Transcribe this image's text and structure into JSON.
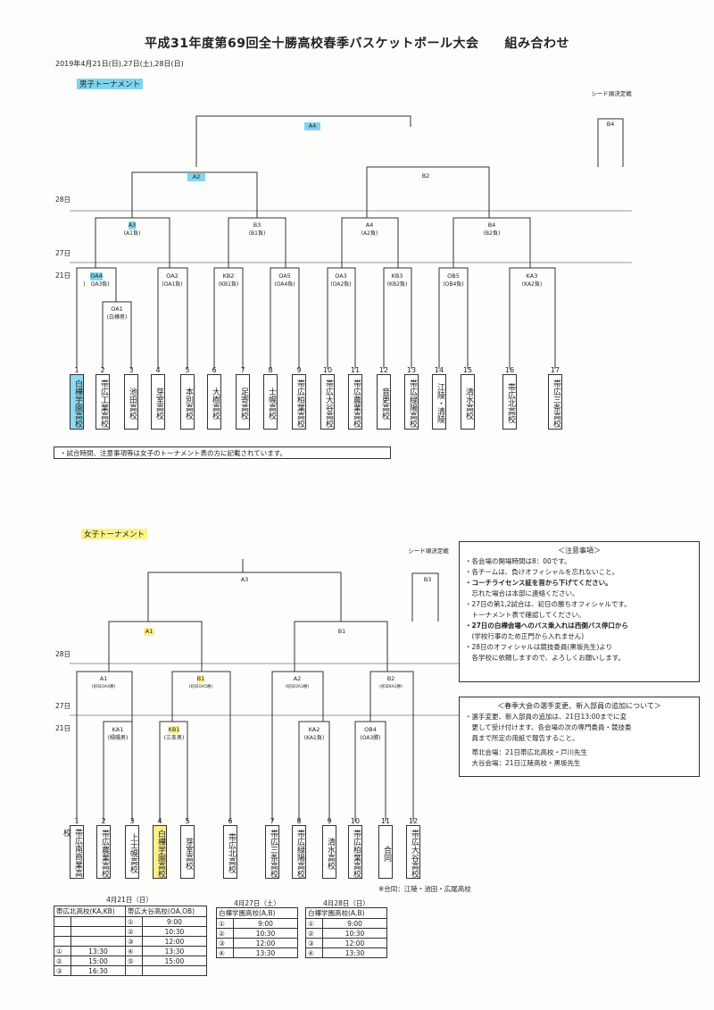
{
  "header": {
    "title": "平成31年度第69回全十勝高校春季バスケットボール大会　　組み合わせ",
    "dates": "2019年4月21日(日),27日(土),28日(日)"
  },
  "boys": {
    "label": "男子トーナメント",
    "seed_label": "シード順決定戦",
    "seed_node": "B4",
    "days": [
      "28日",
      "27日",
      "21日"
    ],
    "nodes": {
      "A4": {
        "name": "A4"
      },
      "A2": {
        "name": "A2"
      },
      "B2": {
        "name": "B2"
      },
      "A3": {
        "name": "A3",
        "sub": "(A1負)"
      },
      "B3": {
        "name": "B3",
        "sub": "(B1負)"
      },
      "A4b": {
        "name": "A4",
        "sub": "(A2負)"
      },
      "B4b": {
        "name": "B4",
        "sub": "(B2負)"
      },
      "OA4": {
        "name": "OA4",
        "sub": "(　OA3負)"
      },
      "OA2": {
        "name": "OA2",
        "sub": "(OA1負)"
      },
      "KB2": {
        "name": "KB2",
        "sub": "(KB1負)"
      },
      "OA5": {
        "name": "OA5",
        "sub": "(OA4負)"
      },
      "OA3": {
        "name": "OA3",
        "sub": "(OA2負)"
      },
      "KB3": {
        "name": "KB3",
        "sub": "(KB2負)"
      },
      "OB5": {
        "name": "OB5",
        "sub": "(OB4負)"
      },
      "KA3": {
        "name": "KA3",
        "sub": "(KA2負)"
      },
      "OA1": {
        "name": "OA1",
        "sub": "(白樺男)"
      }
    },
    "teams": [
      {
        "no": "1",
        "name": "白樺学園高校"
      },
      {
        "no": "2",
        "name": "帯広工業高校"
      },
      {
        "no": "3",
        "name": "池田高校"
      },
      {
        "no": "4",
        "name": "芽室高校"
      },
      {
        "no": "5",
        "name": "本別高校"
      },
      {
        "no": "6",
        "name": "大樹高校"
      },
      {
        "no": "7",
        "name": "足寄高校"
      },
      {
        "no": "8",
        "name": "士幌高校"
      },
      {
        "no": "9",
        "name": "帯広柏葉高校"
      },
      {
        "no": "10",
        "name": "帯広大谷高校"
      },
      {
        "no": "11",
        "name": "帯広農業高校"
      },
      {
        "no": "12",
        "name": "音更高校"
      },
      {
        "no": "13",
        "name": "帯広緑陽高校"
      },
      {
        "no": "14",
        "name": "江陵・清陵"
      },
      {
        "no": "15",
        "name": "清水高校"
      },
      {
        "no": "16",
        "name": "帯広北高校"
      },
      {
        "no": "17",
        "name": "帯広三条高校"
      }
    ],
    "note": "・試合時間、注意事項等は女子のトーナメント表の方に記載されています。"
  },
  "girls": {
    "label": "女子トーナメント",
    "seed_label": "シード順決定戦",
    "seed_node": "B3",
    "days": [
      "28日",
      "27日",
      "21日"
    ],
    "nodes": {
      "A3": {
        "name": "A3"
      },
      "A1": {
        "name": "A1"
      },
      "B1": {
        "name": "B1"
      },
      "A1b": {
        "name": "A1",
        "sub": "(初日OA4勝)"
      },
      "B1b": {
        "name": "B1",
        "sub": "(初日OA5勝)"
      },
      "A2": {
        "name": "A2",
        "sub": "(初日OA3勝)"
      },
      "B2": {
        "name": "B2",
        "sub": "(初日KA3勝)"
      },
      "KA1": {
        "name": "KA1",
        "sub": "(緑陽男)"
      },
      "KB1": {
        "name": "KB1",
        "sub": "(三条男)"
      },
      "KA2": {
        "name": "KA2",
        "sub": "(KA1負)"
      },
      "OB4": {
        "name": "OB4",
        "sub": "(OA3勝)"
      }
    },
    "teams": [
      {
        "no": "1",
        "name": "帯広南商業高校"
      },
      {
        "no": "2",
        "name": "帯広農業高校"
      },
      {
        "no": "3",
        "name": "上士幌高校"
      },
      {
        "no": "4",
        "name": "白樺学園高校"
      },
      {
        "no": "5",
        "name": "芽室高校"
      },
      {
        "no": "6",
        "name": "帯広北高校"
      },
      {
        "no": "7",
        "name": "帯広三条高校"
      },
      {
        "no": "8",
        "name": "帯広緑陽高校"
      },
      {
        "no": "9",
        "name": "清水高校"
      },
      {
        "no": "10",
        "name": "帯広柏葉高校"
      },
      {
        "no": "11",
        "name": "合同"
      },
      {
        "no": "12",
        "name": "帯広大谷高校"
      }
    ],
    "joint_note": "※合同：江陵・池田・広尾高校"
  },
  "caution": {
    "heading": "＜注意事項＞",
    "lines": [
      "・各会場の開場時間は8：00です。",
      "・各チームは、負けオフィシャルを忘れないこと。",
      "・コーチライセンス証を首から下げてください。",
      "　忘れた場合は本部に連絡ください。",
      "・27日の第1,2試合は、初日の勝ちオフィシャルです。",
      "　トーナメント表で確認してください。",
      "・27日の白樺会場へのバス乗入れは西側バス停口から",
      "　(学校行事のため正門から入れません)",
      "・28日のオフィシャルは競技委員(黒坂先生)より",
      "　各学校に依頼しますので、よろしくお願いします。"
    ]
  },
  "change": {
    "heading": "＜春季大会の選手変更、新入部員の追加について＞",
    "lines": [
      "・選手変更、新入部員の追加は、21日13:00までに変",
      "　更して受け付けます。各会場の次の専門委員・競技委",
      "　員まで所定の用紙で報告すること。",
      "",
      "　帯北会場：21日帯広北高校・戸川先生",
      "　大谷会場：21日江陵高校・黒坂先生"
    ]
  },
  "schedule": {
    "day1": {
      "date": "4月21日（日）",
      "venue_a": "帯広北高校(KA,KB)",
      "venue_b": "帯広大谷高校(OA,OB)",
      "rows": [
        [
          "",
          "",
          "①",
          "9:00"
        ],
        [
          "",
          "",
          "②",
          "10:30"
        ],
        [
          "",
          "",
          "③",
          "12:00"
        ],
        [
          "①",
          "13:30",
          "④",
          "13:30"
        ],
        [
          "②",
          "15:00",
          "⑤",
          "15:00"
        ],
        [
          "③",
          "16:30",
          "",
          ""
        ]
      ]
    },
    "day2": {
      "date": "4月27日（土）",
      "venue": "白樺学園高校(A,B)",
      "rows": [
        [
          "①",
          "9:00"
        ],
        [
          "②",
          "10:30"
        ],
        [
          "③",
          "12:00"
        ],
        [
          "④",
          "13:30"
        ]
      ]
    },
    "day3": {
      "date": "4月28日（日）",
      "venue": "白樺学園高校(A,B)",
      "rows": [
        [
          "①",
          "9:00"
        ],
        [
          "②",
          "10:30"
        ],
        [
          "③",
          "12:00"
        ],
        [
          "④",
          "13:30"
        ]
      ]
    }
  }
}
